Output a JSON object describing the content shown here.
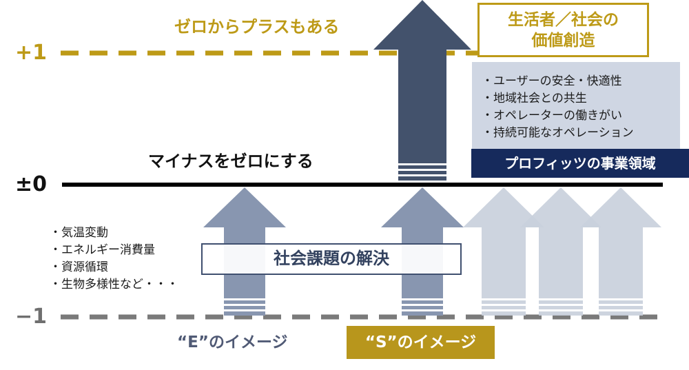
{
  "scale": {
    "plus_one": "+1",
    "zero": "±0",
    "minus_one": "−1"
  },
  "captions": {
    "zero_to_plus": "ゼロからプラスもある",
    "minus_to_zero": "マイナスをゼロにする"
  },
  "value_box": {
    "line1": "生活者／社会の",
    "line2": "価値創造"
  },
  "business_panel": {
    "items": [
      "・ユーザーの安全・快適性",
      "・地域社会との共生",
      "・オペレーターの働きがい",
      "・持続可能なオペレーション"
    ],
    "banner": "プロフィッツの事業領域"
  },
  "social_issues": {
    "items": [
      "・気温変動",
      "・エネルギー消費量",
      "・資源循環",
      "・生物多様性など・・・"
    ]
  },
  "solution_box": "社会課題の解決",
  "bottom": {
    "e_image": "“E”のイメージ",
    "s_image": "“S”のイメージ"
  },
  "colors": {
    "gold": "#bd9a17",
    "navy": "#162a5c",
    "arrow_dark": "#43526c",
    "arrow_mid": "#8896b0",
    "arrow_light": "#c9d0dc",
    "panel_bg": "#cfd6e3",
    "baseline": "#000000",
    "minus_line": "#7a7a7a"
  }
}
